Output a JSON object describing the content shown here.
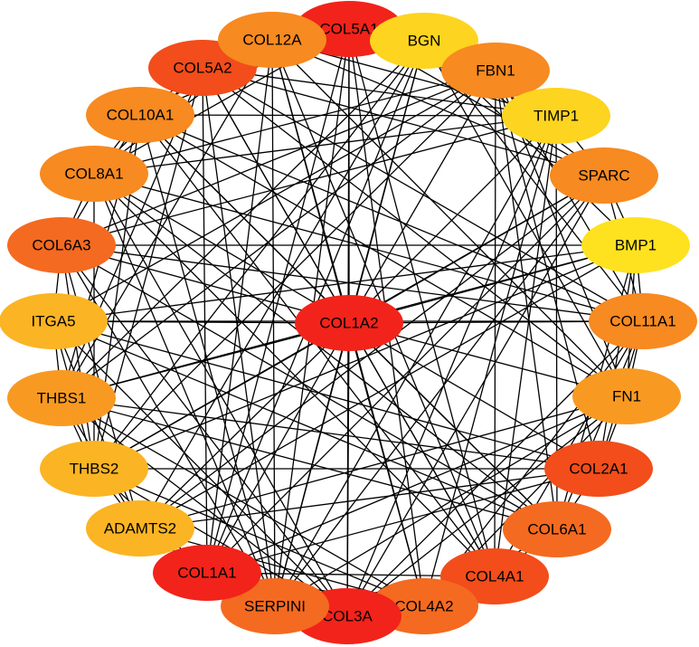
{
  "network": {
    "colors": {
      "red": "#f2231a",
      "red_orange": "#f24d1a",
      "orange_dark": "#f46a20",
      "orange": "#f78a20",
      "orange_light": "#f89a22",
      "amber": "#fbb423",
      "yellow": "#fdd41f",
      "yellow_bright": "#fee21f"
    },
    "nodes": [
      {
        "id": "COL5A1",
        "label": "COL5A1",
        "color": "red"
      },
      {
        "id": "BGN",
        "label": "BGN",
        "color": "yellow"
      },
      {
        "id": "FBN1",
        "label": "FBN1",
        "color": "orange"
      },
      {
        "id": "TIMP1",
        "label": "TIMP1",
        "color": "yellow"
      },
      {
        "id": "SPARC",
        "label": "SPARC",
        "color": "orange"
      },
      {
        "id": "BMP1",
        "label": "BMP1",
        "color": "yellow_bright"
      },
      {
        "id": "COL11A1",
        "label": "COL11A1",
        "color": "orange"
      },
      {
        "id": "FN1",
        "label": "FN1",
        "color": "orange_light"
      },
      {
        "id": "COL2A1",
        "label": "COL2A1",
        "color": "red_orange"
      },
      {
        "id": "COL6A1",
        "label": "COL6A1",
        "color": "orange_dark"
      },
      {
        "id": "COL4A1",
        "label": "COL4A1",
        "color": "red_orange"
      },
      {
        "id": "COL4A2",
        "label": "COL4A2",
        "color": "orange_dark"
      },
      {
        "id": "COL3A1",
        "label": "COL3A",
        "color": "red"
      },
      {
        "id": "SERPINH1",
        "label": "SERPINI",
        "color": "orange_dark"
      },
      {
        "id": "COL1A1",
        "label": "COL1A1",
        "color": "red"
      },
      {
        "id": "ADAMTS2",
        "label": "ADAMTS2",
        "color": "amber"
      },
      {
        "id": "THBS2",
        "label": "THBS2",
        "color": "amber"
      },
      {
        "id": "THBS1",
        "label": "THBS1",
        "color": "orange_light"
      },
      {
        "id": "ITGA5",
        "label": "ITGA5",
        "color": "amber"
      },
      {
        "id": "COL6A3",
        "label": "COL6A3",
        "color": "orange_dark"
      },
      {
        "id": "COL8A1",
        "label": "COL8A1",
        "color": "orange"
      },
      {
        "id": "COL10A1",
        "label": "COL10A1",
        "color": "orange"
      },
      {
        "id": "COL5A2",
        "label": "COL5A2",
        "color": "red_orange"
      },
      {
        "id": "COL12A1",
        "label": "COL12A",
        "color": "orange"
      },
      {
        "id": "COL1A2",
        "label": "COL1A2",
        "color": "red"
      }
    ]
  }
}
